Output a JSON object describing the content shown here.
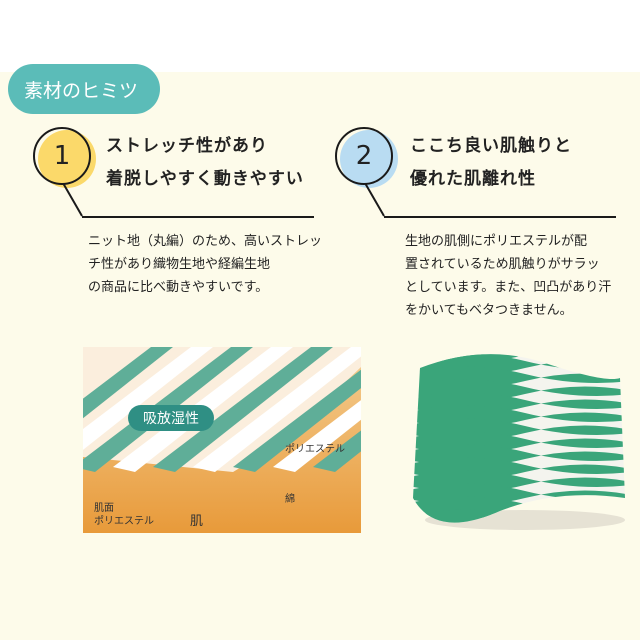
{
  "badge": "素材のヒミツ",
  "points": [
    {
      "number": "1",
      "title_line1": "ストレッチ性があり",
      "title_line2": "着脱しやすく動きやすい",
      "body": [
        "ニット地（丸編）のため、高いストレッ",
        "チ性があり織物生地や経編生地",
        "の商品に比べ動きやすいです。"
      ],
      "color": "#fbd96a"
    },
    {
      "number": "2",
      "title_line1": "ここち良い肌触りと",
      "title_line2": "優れた肌離れ性",
      "body": [
        "生地の肌側にポリエステルが配",
        "置されているため肌触りがサラッ",
        "としています。また、凹凸があり汗",
        "をかいてもベタつきません。"
      ],
      "color": "#b9dcf2"
    }
  ],
  "diagram": {
    "tag": "吸放湿性",
    "label_polyester": "ポリエステル",
    "label_cotton": "綿",
    "label_skin_side_line1": "肌面",
    "label_skin_side_line2": "ポリエステル",
    "label_skin": "肌"
  }
}
